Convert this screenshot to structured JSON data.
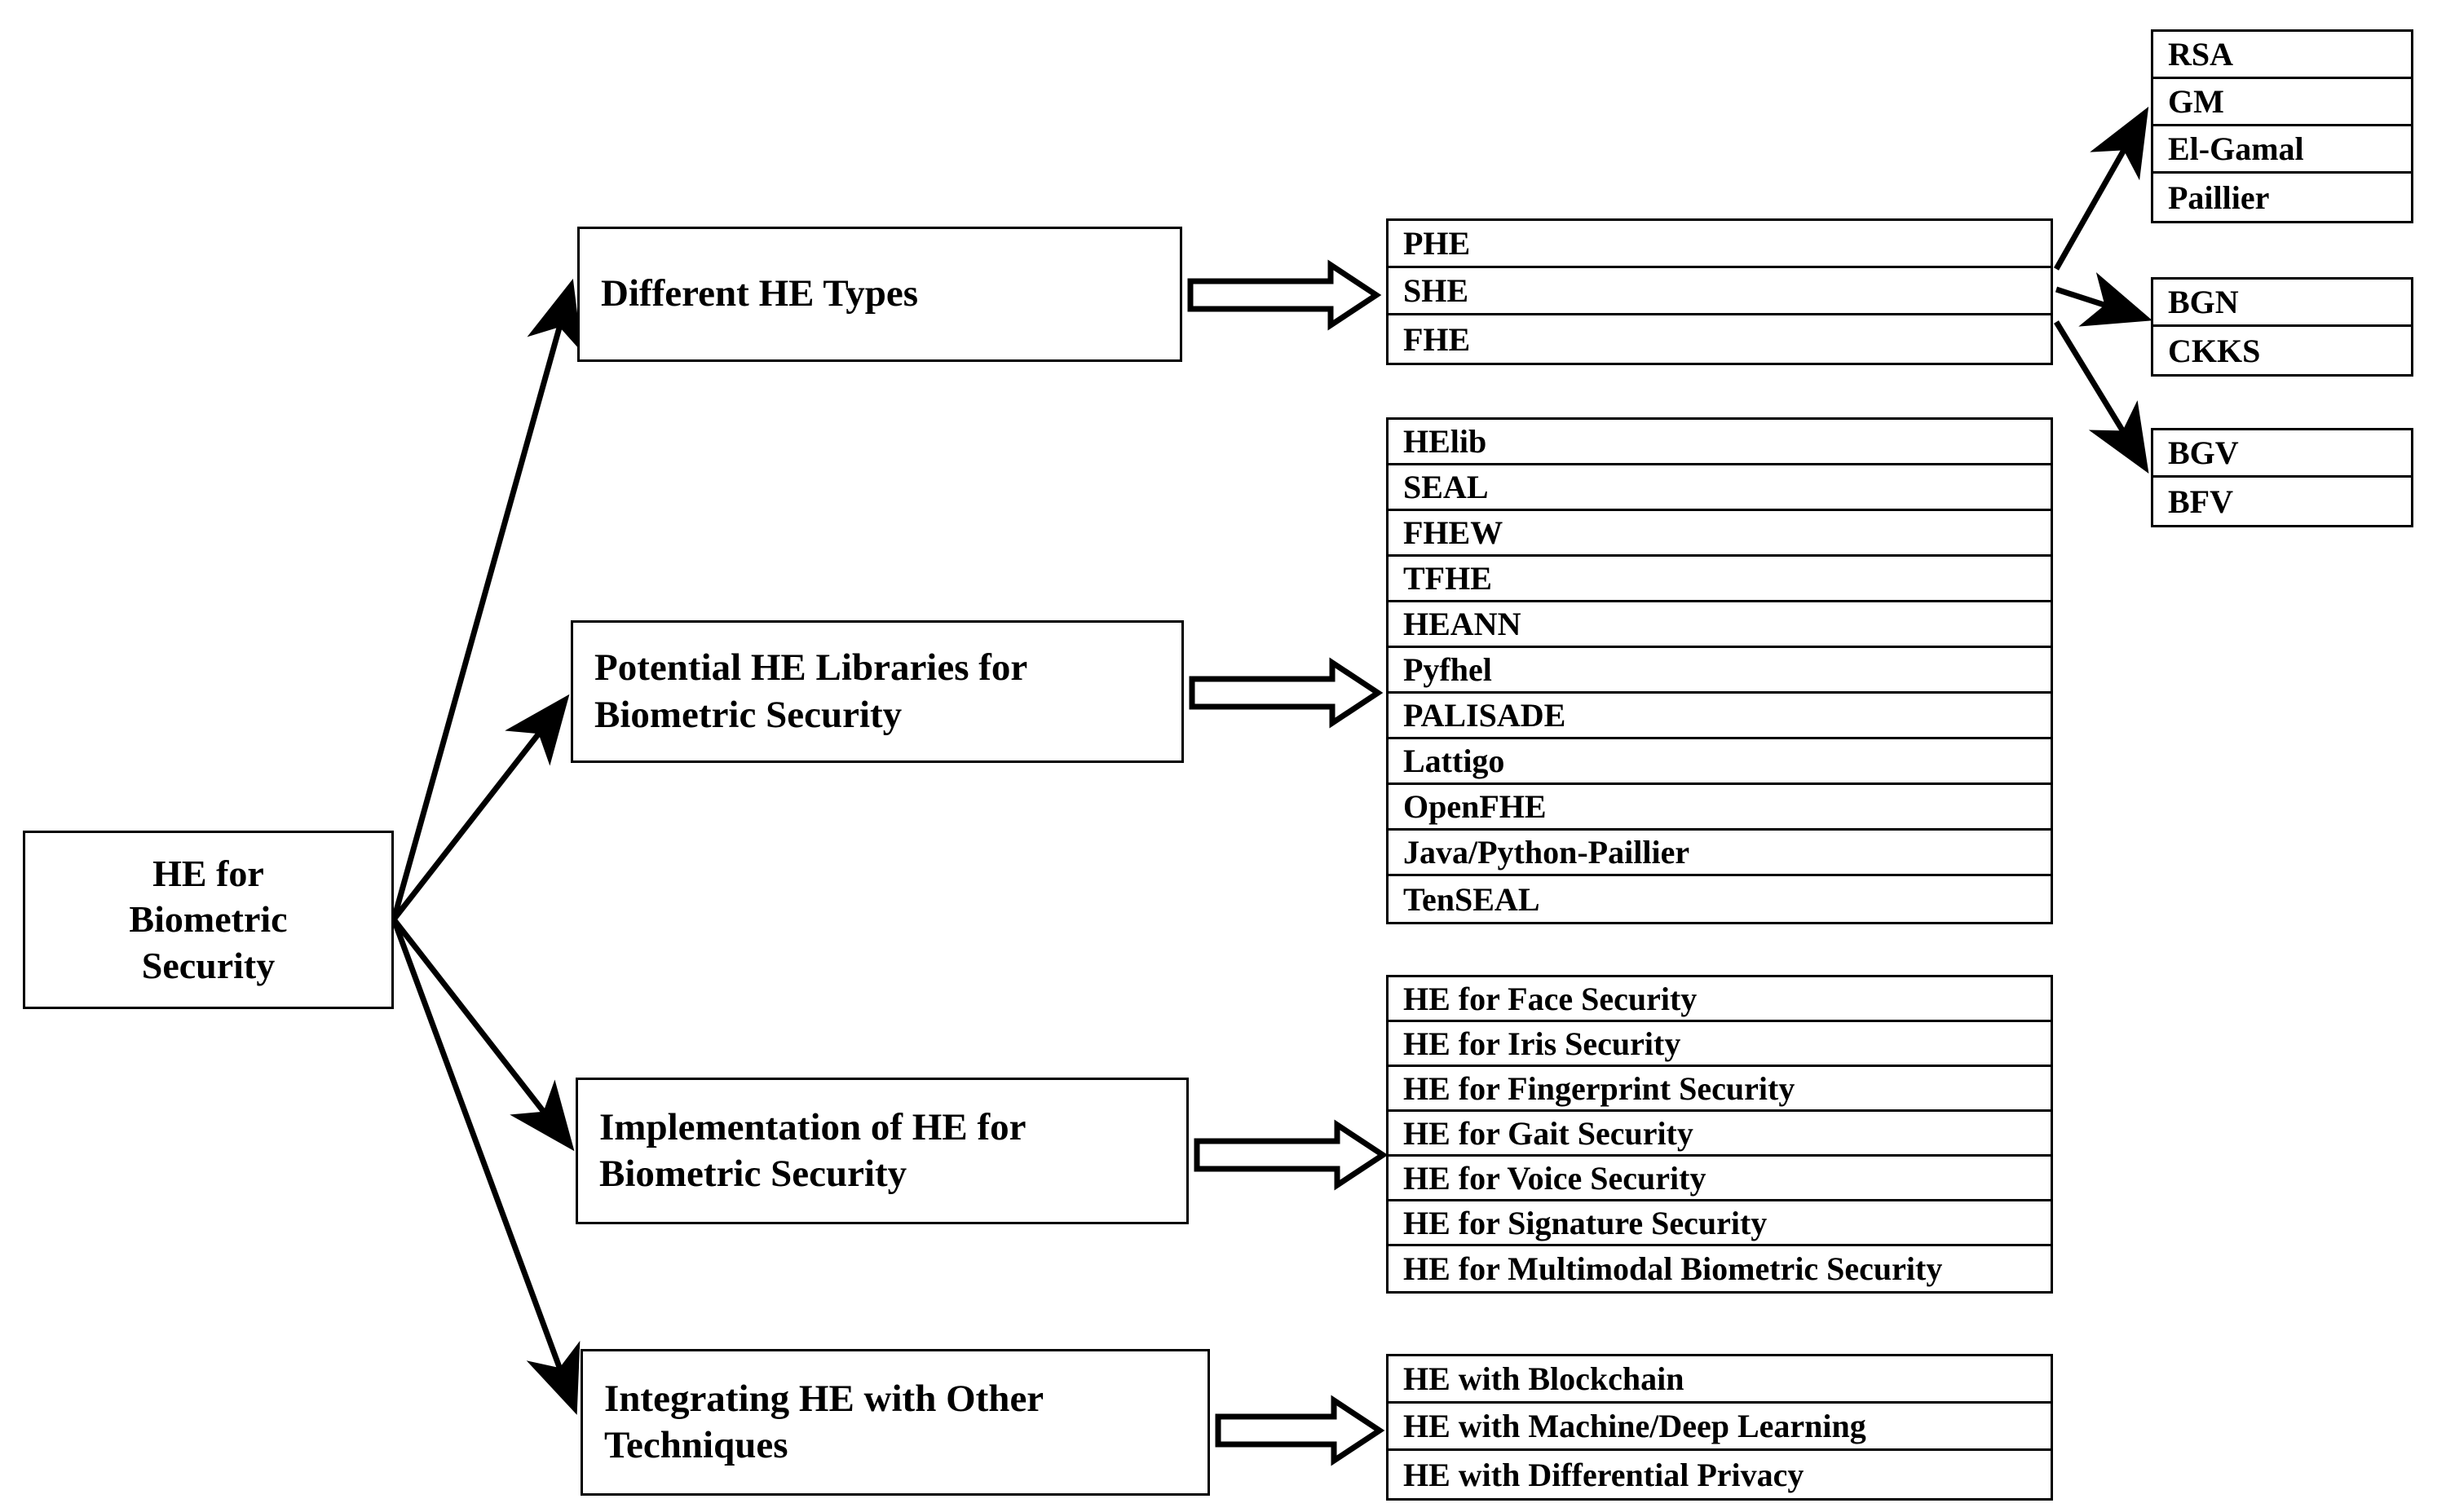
{
  "diagram": {
    "title": "HE for Biometric Security taxonomy",
    "root": {
      "label_line1": "HE for",
      "label_line2": "Biometric",
      "label_line3": "Security"
    },
    "categories": [
      {
        "id": "types",
        "label_line1": "Different HE Types",
        "label_line2": ""
      },
      {
        "id": "libs",
        "label_line1": "Potential HE Libraries for",
        "label_line2": "Biometric Security"
      },
      {
        "id": "impl",
        "label_line1": "Implementation of HE for",
        "label_line2": "Biometric Security"
      },
      {
        "id": "integ",
        "label_line1": "Integrating HE with Other",
        "label_line2": "Techniques"
      }
    ],
    "he_types": [
      "PHE",
      "SHE",
      "FHE"
    ],
    "phe_schemes": [
      "RSA",
      "GM",
      "El-Gamal",
      "Paillier"
    ],
    "she_schemes": [
      "BGN",
      "CKKS"
    ],
    "fhe_schemes": [
      "BGV",
      "BFV"
    ],
    "libraries": [
      "HElib",
      "SEAL",
      "FHEW",
      "TFHE",
      "HEANN",
      "Pyfhel",
      "PALISADE",
      "Lattigo",
      "OpenFHE",
      "Java/Python-Paillier",
      "TenSEAL"
    ],
    "implementations": [
      "HE for Face Security",
      "HE for Iris Security",
      "HE for Fingerprint Security",
      "HE for Gait Security",
      "HE for Voice Security",
      "HE for Signature Security",
      "HE for Multimodal Biometric Security"
    ],
    "integrations": [
      "HE with Blockchain",
      "HE with Machine/Deep Learning",
      "HE with Differential Privacy"
    ],
    "colors": {
      "stroke": "#000000",
      "fill": "#ffffff",
      "text": "#000000"
    }
  }
}
